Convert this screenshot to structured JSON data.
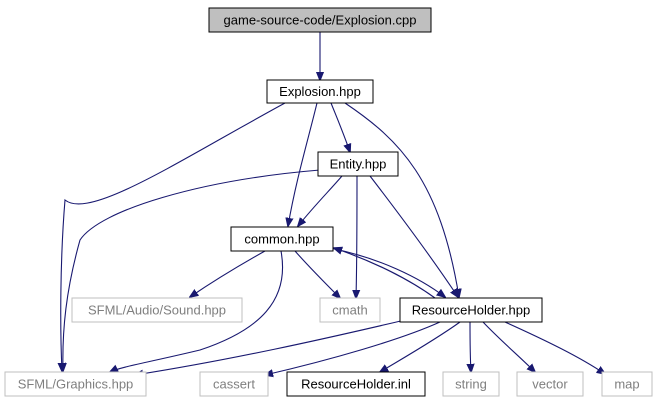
{
  "colors": {
    "edge": "#191970",
    "root_fill": "#bfbfbf",
    "root_border": "#000000",
    "doc_border": "#000000",
    "external_border": "#bfbfbf",
    "external_text": "#7f7f7f",
    "text": "#000000"
  },
  "nodes": {
    "explosion_cpp": {
      "label": "game-source-code/Explosion.cpp",
      "kind": "root"
    },
    "explosion_hpp": {
      "label": "Explosion.hpp",
      "kind": "documented"
    },
    "entity_hpp": {
      "label": "Entity.hpp",
      "kind": "documented"
    },
    "common_hpp": {
      "label": "common.hpp",
      "kind": "documented"
    },
    "sfml_audio_sound": {
      "label": "SFML/Audio/Sound.hpp",
      "kind": "external"
    },
    "cmath": {
      "label": "cmath",
      "kind": "external"
    },
    "resourceholder_hpp": {
      "label": "ResourceHolder.hpp",
      "kind": "documented"
    },
    "sfml_graphics": {
      "label": "SFML/Graphics.hpp",
      "kind": "external"
    },
    "cassert": {
      "label": "cassert",
      "kind": "external"
    },
    "resourceholder_inl": {
      "label": "ResourceHolder.inl",
      "kind": "documented"
    },
    "string": {
      "label": "string",
      "kind": "external"
    },
    "vector": {
      "label": "vector",
      "kind": "external"
    },
    "map": {
      "label": "map",
      "kind": "external"
    }
  },
  "edges": [
    {
      "from": "explosion_cpp",
      "to": "explosion_hpp"
    },
    {
      "from": "explosion_hpp",
      "to": "entity_hpp"
    },
    {
      "from": "explosion_hpp",
      "to": "common_hpp"
    },
    {
      "from": "explosion_hpp",
      "to": "resourceholder_hpp"
    },
    {
      "from": "explosion_hpp",
      "to": "sfml_graphics"
    },
    {
      "from": "entity_hpp",
      "to": "common_hpp"
    },
    {
      "from": "entity_hpp",
      "to": "cmath"
    },
    {
      "from": "entity_hpp",
      "to": "resourceholder_hpp"
    },
    {
      "from": "entity_hpp",
      "to": "sfml_graphics"
    },
    {
      "from": "common_hpp",
      "to": "sfml_audio_sound"
    },
    {
      "from": "common_hpp",
      "to": "cmath"
    },
    {
      "from": "common_hpp",
      "to": "resourceholder_hpp"
    },
    {
      "from": "common_hpp",
      "to": "sfml_graphics"
    },
    {
      "from": "resourceholder_hpp",
      "to": "common_hpp"
    },
    {
      "from": "resourceholder_hpp",
      "to": "sfml_graphics"
    },
    {
      "from": "resourceholder_hpp",
      "to": "cassert"
    },
    {
      "from": "resourceholder_hpp",
      "to": "resourceholder_inl"
    },
    {
      "from": "resourceholder_hpp",
      "to": "string"
    },
    {
      "from": "resourceholder_hpp",
      "to": "vector"
    },
    {
      "from": "resourceholder_hpp",
      "to": "map"
    }
  ]
}
